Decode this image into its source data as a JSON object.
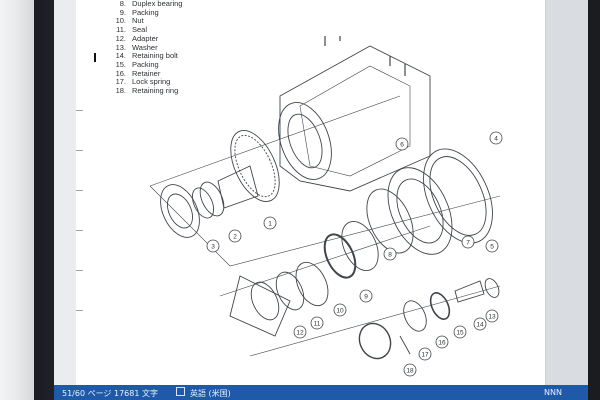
{
  "document": {
    "parts_list": [
      {
        "num": "8.",
        "name": "Duplex bearing"
      },
      {
        "num": "9.",
        "name": "Packing"
      },
      {
        "num": "10.",
        "name": "Nut"
      },
      {
        "num": "11.",
        "name": "Seal"
      },
      {
        "num": "12.",
        "name": "Adapter"
      },
      {
        "num": "13.",
        "name": "Washer"
      },
      {
        "num": "14.",
        "name": "Retaining bolt"
      },
      {
        "num": "15.",
        "name": "Packing"
      },
      {
        "num": "16.",
        "name": "Retainer"
      },
      {
        "num": "17.",
        "name": "Lock spring"
      },
      {
        "num": "18.",
        "name": "Retaining ring"
      }
    ],
    "callouts": [
      "1",
      "2",
      "3",
      "4",
      "5",
      "6",
      "7",
      "8",
      "9",
      "10",
      "11",
      "12",
      "13",
      "14",
      "15",
      "16",
      "17",
      "18"
    ]
  },
  "statusbar": {
    "page": "51/60 ページ",
    "words": "17681 文字",
    "lang": "英語 (米国)",
    "right": "NNN"
  },
  "colors": {
    "statusbar_bg": "#1e5aa8",
    "page_bg": "#ffffff"
  }
}
